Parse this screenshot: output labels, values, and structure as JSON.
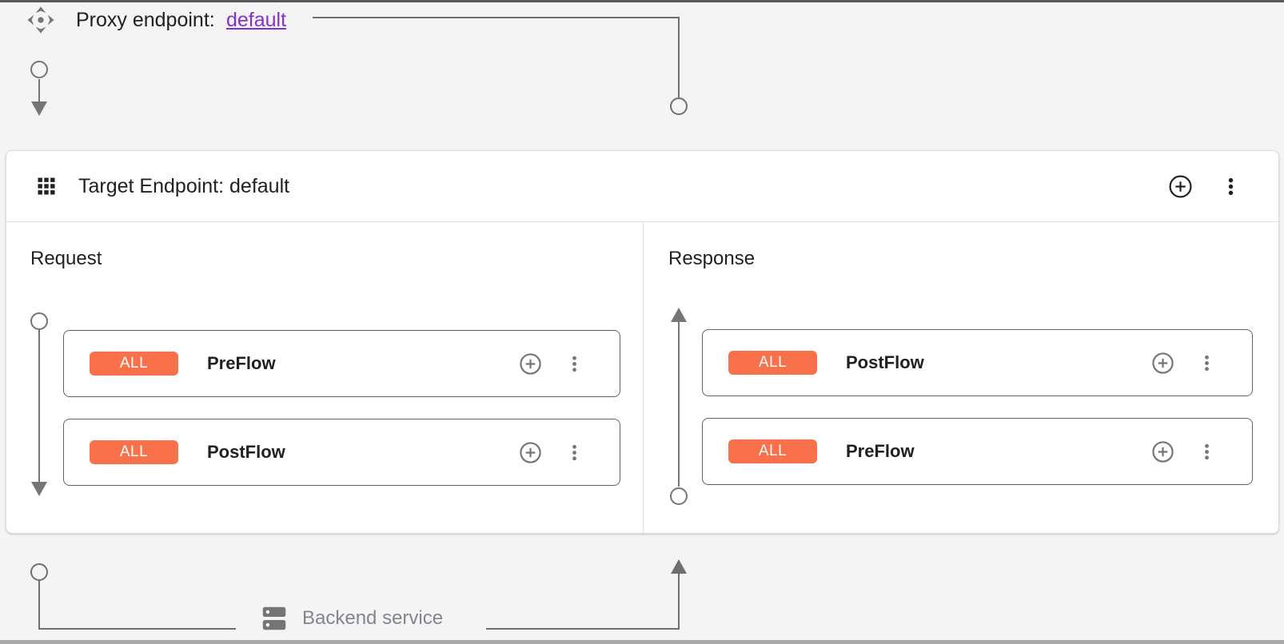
{
  "proxy_endpoint_bar": {
    "label": "Proxy endpoint:",
    "link_text": "default"
  },
  "target_endpoint_card": {
    "title": "Target Endpoint: default",
    "request_panel": {
      "label": "Request",
      "flows": [
        {
          "badge": "ALL",
          "name": "PreFlow"
        },
        {
          "badge": "ALL",
          "name": "PostFlow"
        }
      ]
    },
    "response_panel": {
      "label": "Response",
      "flows": [
        {
          "badge": "ALL",
          "name": "PostFlow"
        },
        {
          "badge": "ALL",
          "name": "PreFlow"
        }
      ]
    }
  },
  "backend_bar": {
    "label": "Backend service"
  },
  "icons": {
    "proxy_endpoint": "proxy-endpoint-icon",
    "target_endpoint_grid": "grid-icon",
    "add": "add-circle-icon",
    "menu": "kebab-menu-icon",
    "backend": "dns-server-icon"
  },
  "colors": {
    "badge_orange": "#f9714b",
    "link_purple": "#8430ce",
    "connector_gray": "#757575",
    "line_gray": "#6f6f6f",
    "card_border_gray": "#5f6368",
    "icon_black": "#202124",
    "divider_gray": "#e0e0e0"
  }
}
